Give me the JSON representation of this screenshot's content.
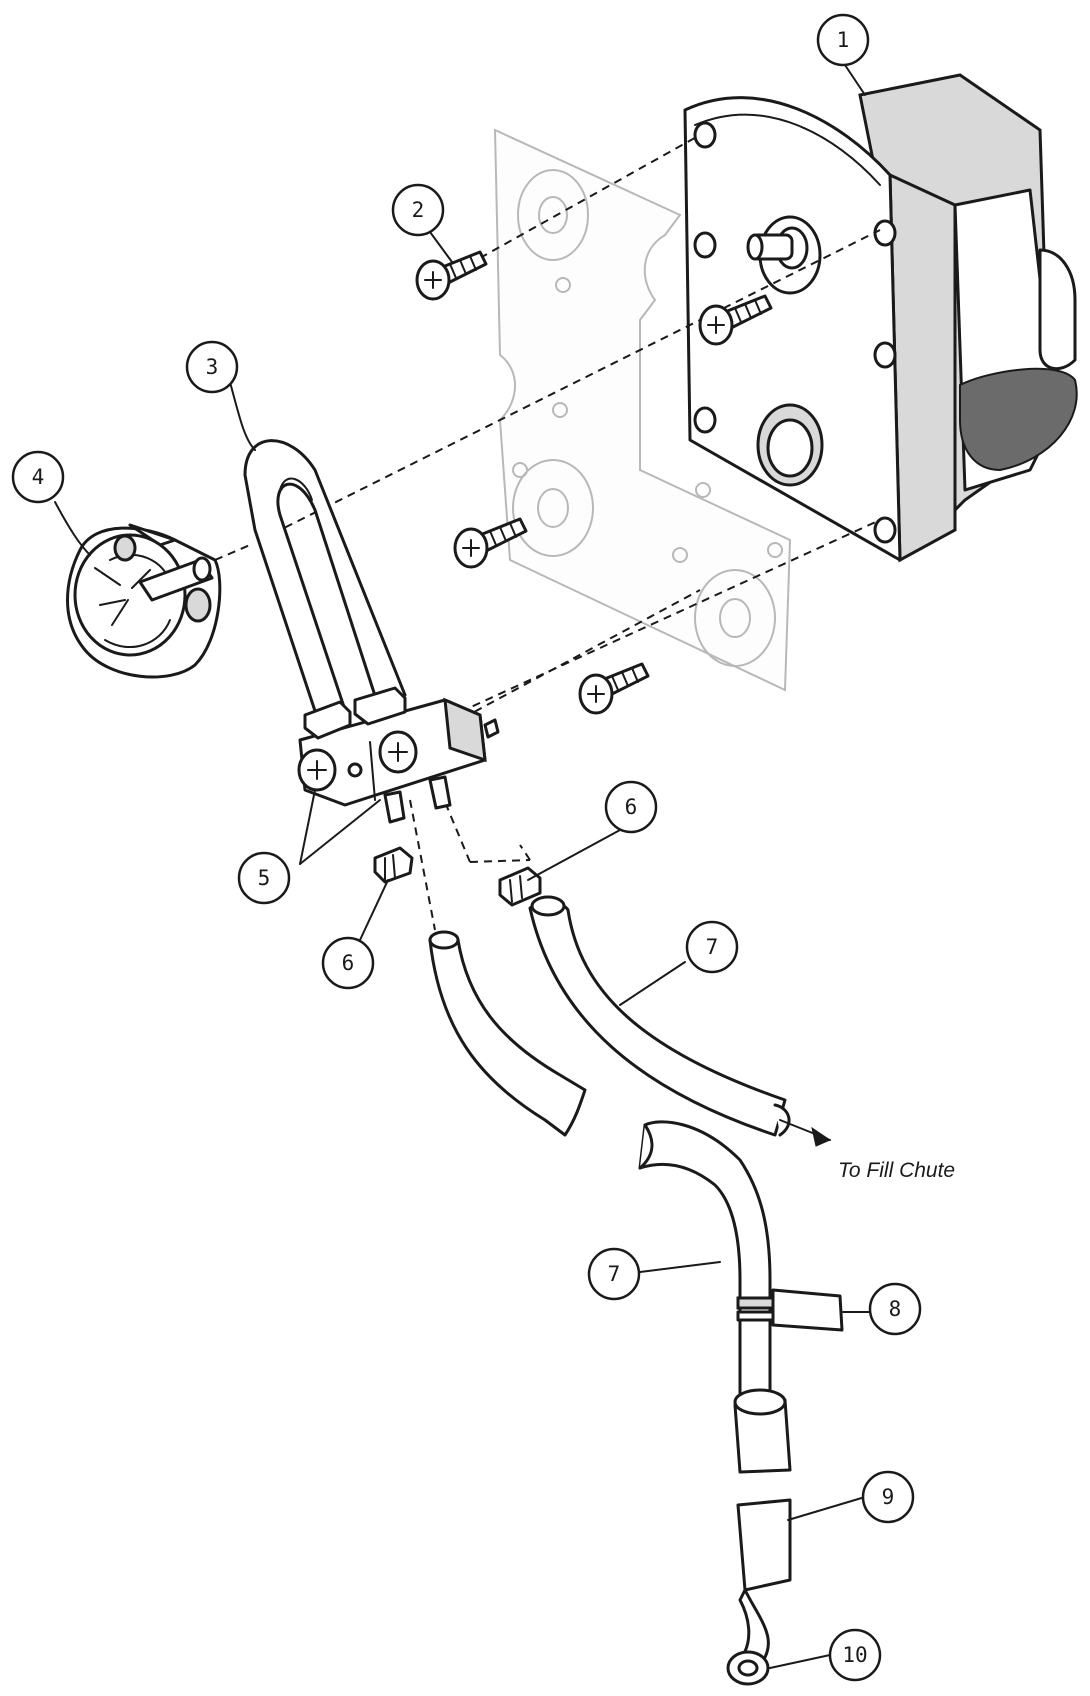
{
  "balloons": {
    "b1": "1",
    "b2": "2",
    "b3": "3",
    "b4": "4",
    "b5": "5",
    "b6a": "6",
    "b6b": "6",
    "b7a": "7",
    "b7b": "7",
    "b8": "8",
    "b9": "9",
    "b10": "10"
  },
  "annotations": {
    "fill_chute": "To Fill Chute"
  },
  "colors": {
    "line": "#1a1a1a",
    "ghost_gasket": "#b8b8b8",
    "shading": "#d9d9d9"
  }
}
